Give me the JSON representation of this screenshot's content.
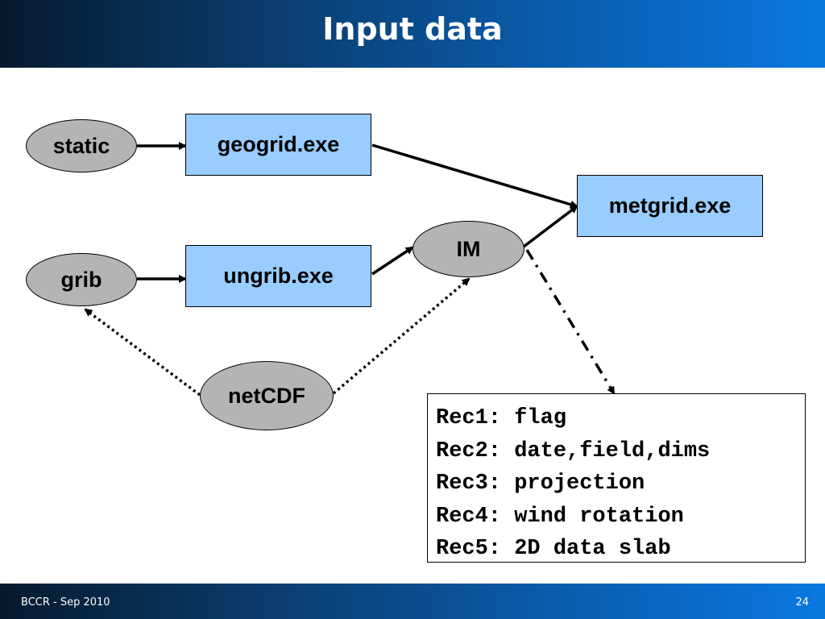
{
  "slide": {
    "title": "Input data"
  },
  "nodes": {
    "static": "static",
    "geogrid": "geogrid.exe",
    "metgrid": "metgrid.exe",
    "im": "IM",
    "grib": "grib",
    "ungrib": "ungrib.exe",
    "netcdf": "netCDF"
  },
  "records": [
    "Rec1: flag",
    "Rec2: date,field,dims",
    "Rec3: projection",
    "Rec4: wind rotation",
    "Rec5: 2D data slab"
  ],
  "footer": {
    "left": "BCCR - Sep 2010",
    "page": "24"
  },
  "colors": {
    "box": "#99ccff",
    "oval": "#b4b4b4",
    "header": "#0a5aa8"
  }
}
